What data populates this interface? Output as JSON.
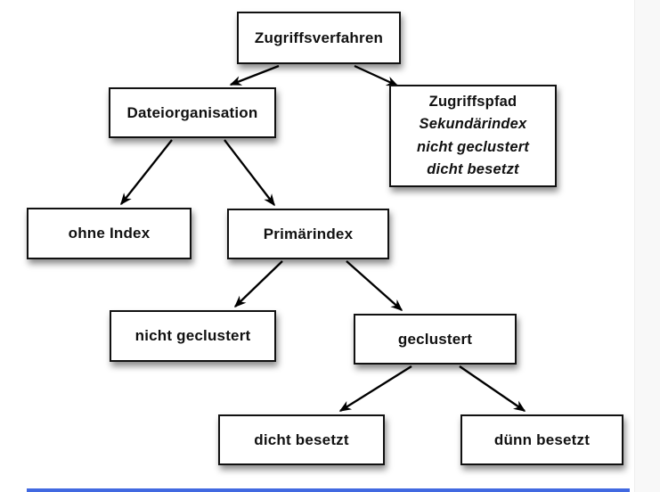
{
  "diagram": {
    "nodes": {
      "zugriffsverfahren": {
        "label": "Zugriffsverfahren"
      },
      "dateiorganisation": {
        "label": "Dateiorganisation"
      },
      "zugriffspfad": {
        "lines": [
          "Zugriffspfad",
          "Sekundärindex",
          "nicht geclustert",
          "dicht besetzt"
        ]
      },
      "ohne_index": {
        "label": "ohne Index"
      },
      "primaerindex": {
        "label": "Primärindex"
      },
      "nicht_geclustert": {
        "label": "nicht geclustert"
      },
      "geclustert": {
        "label": "geclustert"
      },
      "dicht_besetzt": {
        "label": "dicht besetzt"
      },
      "duenn_besetzt": {
        "label": "dünn besetzt"
      }
    },
    "edges": [
      {
        "from": "zugriffsverfahren",
        "to": "dateiorganisation"
      },
      {
        "from": "zugriffsverfahren",
        "to": "zugriffspfad"
      },
      {
        "from": "dateiorganisation",
        "to": "ohne_index"
      },
      {
        "from": "dateiorganisation",
        "to": "primaerindex"
      },
      {
        "from": "primaerindex",
        "to": "nicht_geclustert"
      },
      {
        "from": "primaerindex",
        "to": "geclustert"
      },
      {
        "from": "geclustert",
        "to": "dicht_besetzt"
      },
      {
        "from": "geclustert",
        "to": "duenn_besetzt"
      }
    ],
    "colors": {
      "box_fill": "#ffffff",
      "box_border": "#111111",
      "text": "#111111",
      "arrow": "#000000",
      "footer_bar": "#4169e1",
      "right_gutter": "#f8f8f8"
    }
  }
}
